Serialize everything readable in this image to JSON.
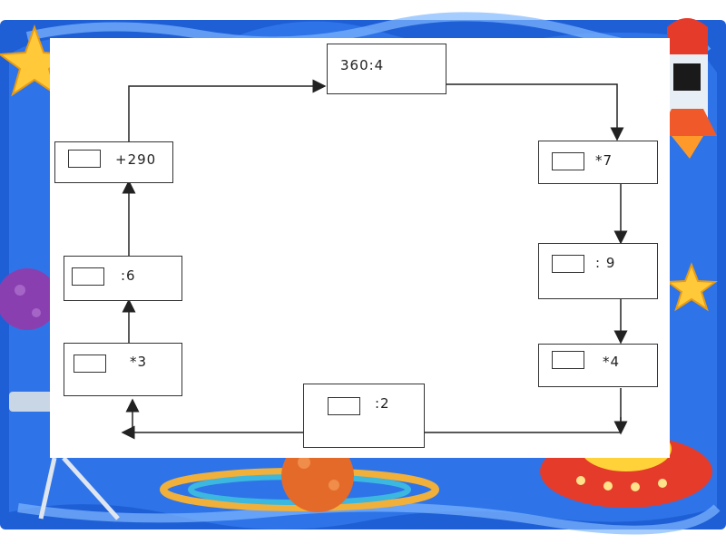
{
  "diagram": {
    "start": {
      "label": "360:4"
    },
    "nodes": [
      {
        "id": "mul7",
        "op": "*7"
      },
      {
        "id": "div9",
        "op": ": 9"
      },
      {
        "id": "mul4",
        "op": "*4"
      },
      {
        "id": "div2",
        "op": ":2"
      },
      {
        "id": "mul3",
        "op": "*3"
      },
      {
        "id": "div6",
        "op": ":6"
      },
      {
        "id": "add290",
        "op": "+290"
      }
    ]
  },
  "colors": {
    "frame_blue": "#1f5fd6",
    "frame_light": "#5aa0f0",
    "line": "#222222"
  }
}
